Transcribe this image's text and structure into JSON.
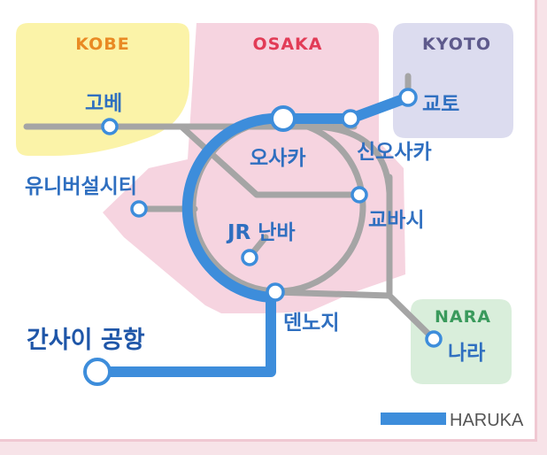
{
  "colors": {
    "kobe_bg": "#fbf3a8",
    "osaka_bg": "#f6d4e0",
    "kyoto_bg": "#dcdcef",
    "nara_bg": "#d9eedb",
    "kobe_text": "#e98a24",
    "osaka_text": "#e23c57",
    "kyoto_text": "#5e5a8c",
    "nara_text": "#3a9a5c",
    "jr_line": "#a5a5a5",
    "haruka_line": "#3d8ddb",
    "station_text": "#2f6fc0"
  },
  "regions": {
    "kobe": "KOBE",
    "osaka": "OSAKA",
    "kyoto": "KYOTO",
    "nara": "NARA"
  },
  "stations": {
    "kobe": "고베",
    "osaka": "오사카",
    "shin_osaka": "신오사카",
    "kyoto": "교토",
    "universal_city": "유니버설시티",
    "kyobashi": "교바시",
    "jr_namba": "JR 난바",
    "tennoji": "덴노지",
    "kansai_airport": "간사이 공항",
    "nara": "나라"
  },
  "legend": {
    "haruka": "HARUKA"
  }
}
